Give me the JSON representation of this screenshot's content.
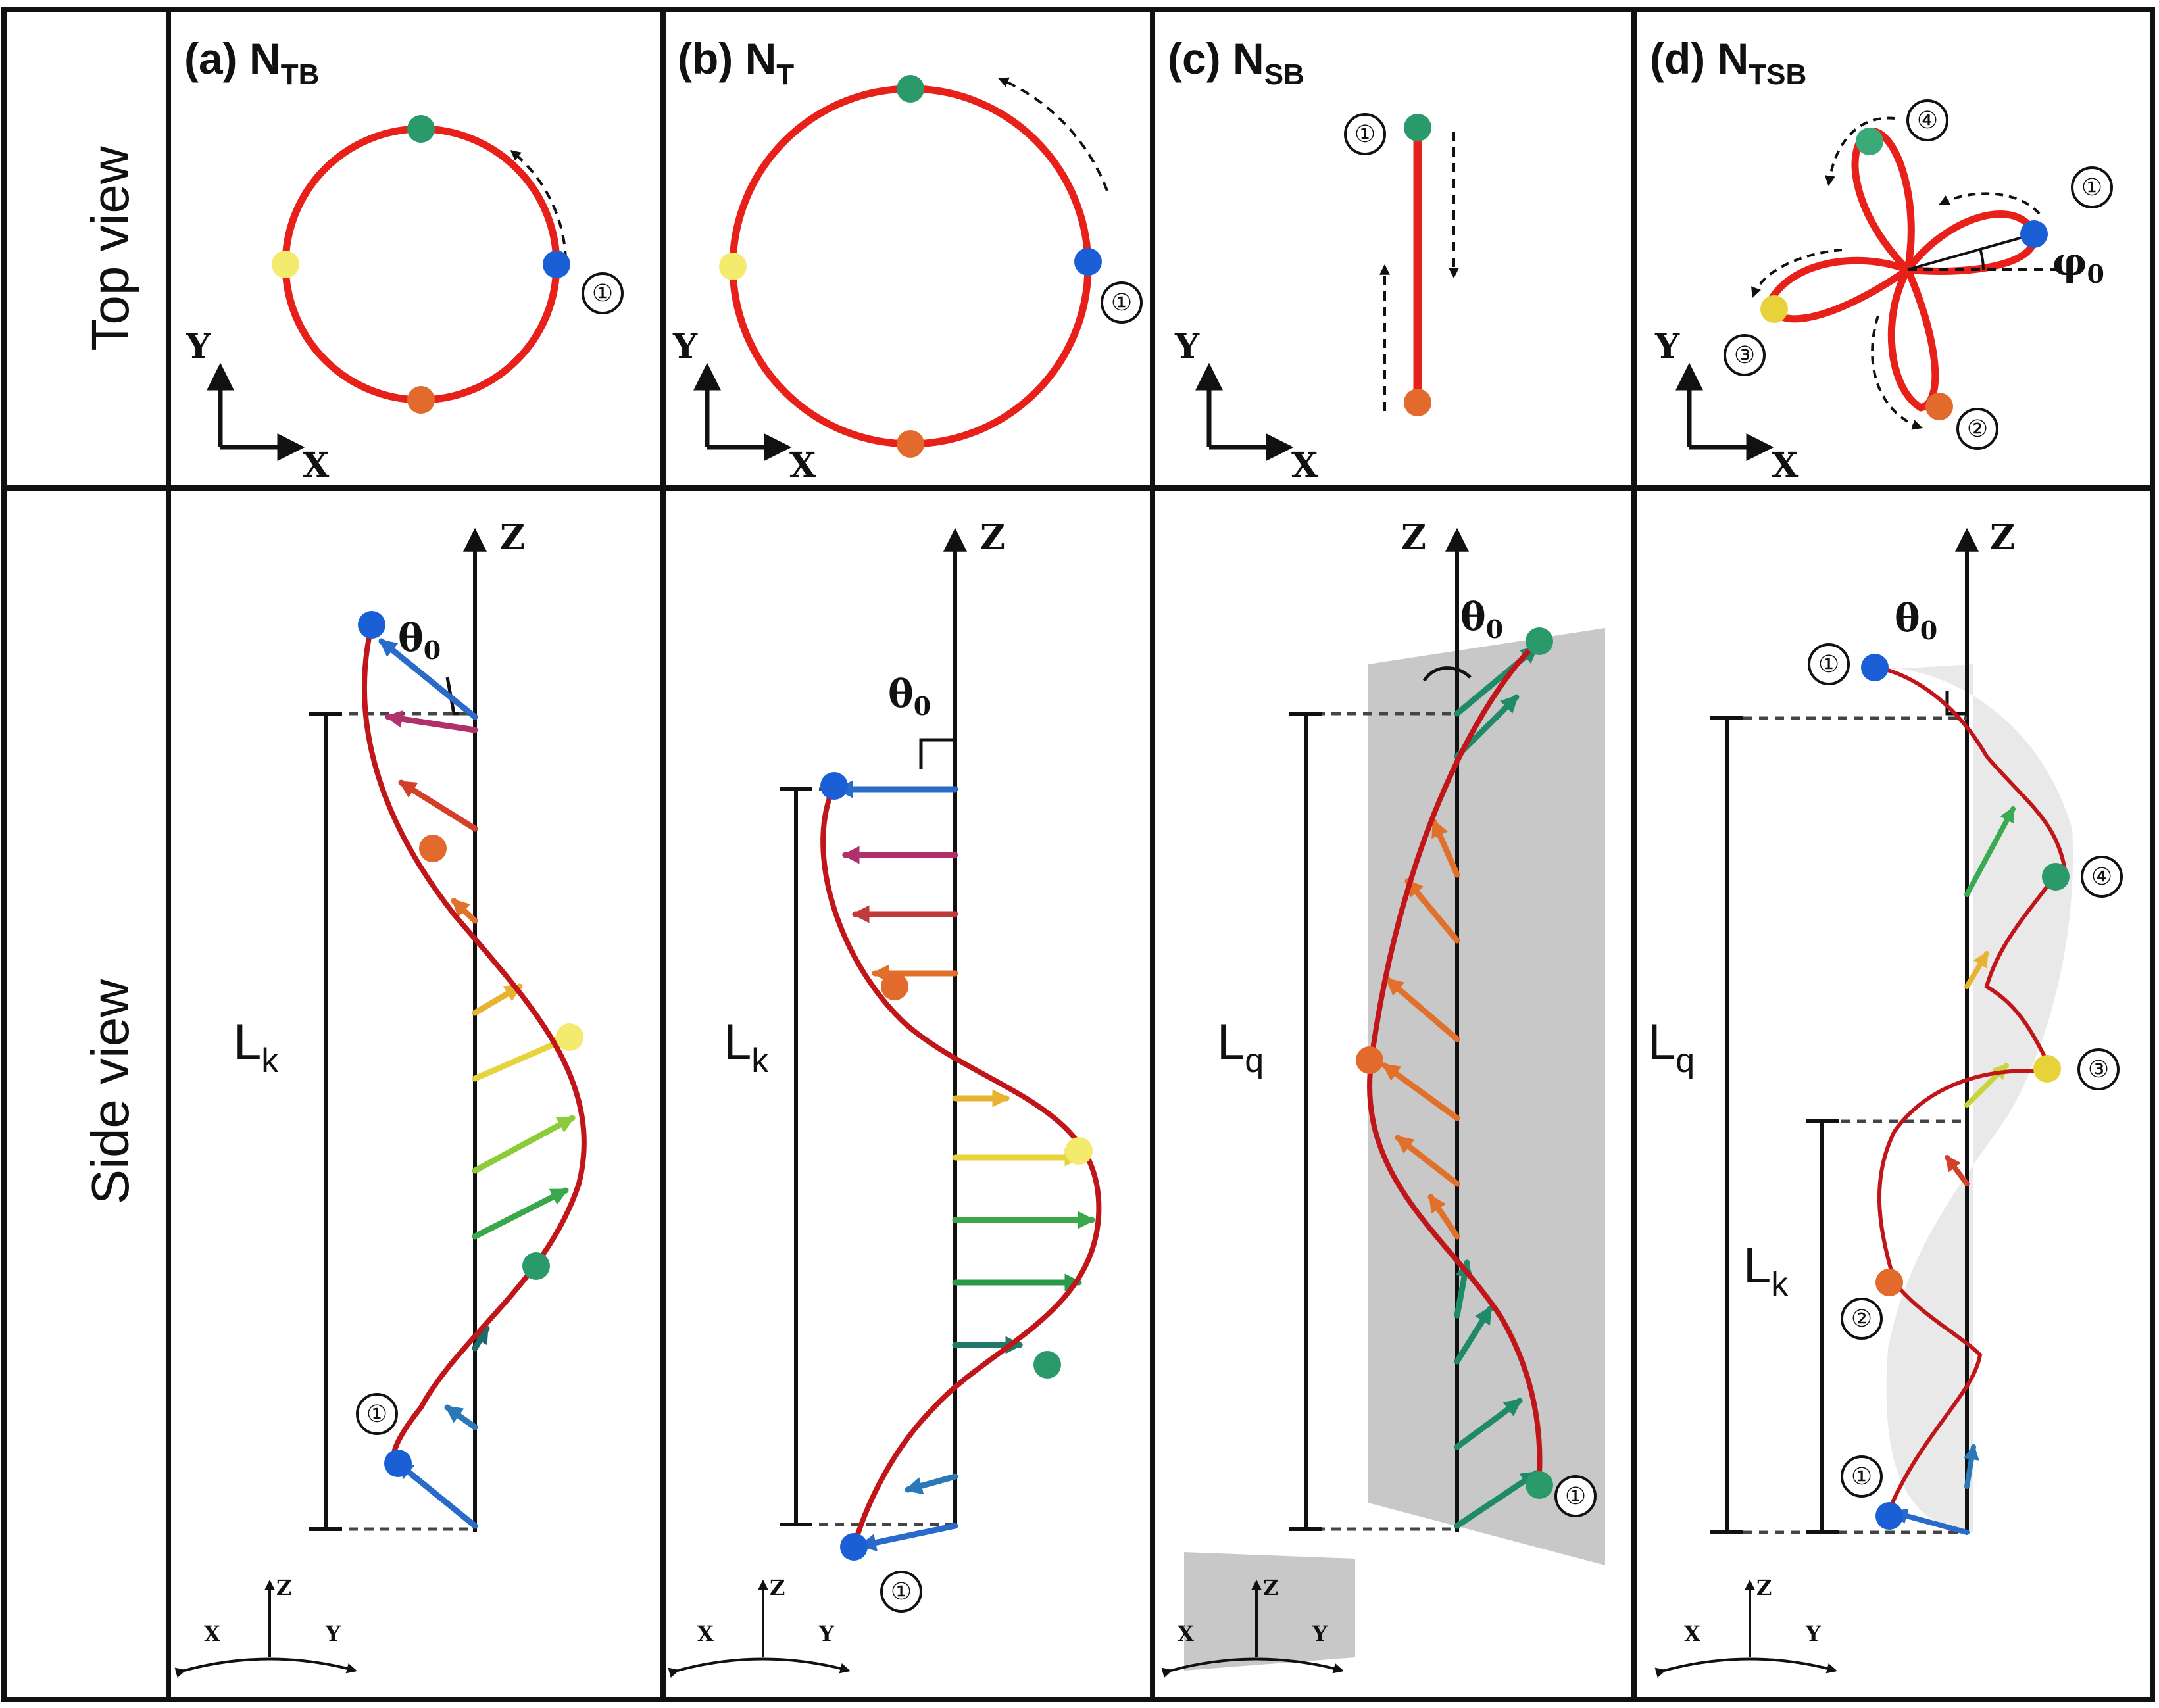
{
  "row_labels": {
    "top": "Top view",
    "side": "Side view"
  },
  "panels": [
    {
      "letter": "(a)",
      "symbol": "N",
      "subscript": "TB",
      "length_symbol": "L",
      "length_sub": "k"
    },
    {
      "letter": "(b)",
      "symbol": "N",
      "subscript": "T",
      "length_symbol": "L",
      "length_sub": "k"
    },
    {
      "letter": "(c)",
      "symbol": "N",
      "subscript": "SB",
      "length_symbol": "L",
      "length_sub": "q"
    },
    {
      "letter": "(d)",
      "symbol": "N",
      "subscript": "TSB",
      "length_symbol": "L",
      "length_sub": "q",
      "length2_symbol": "L",
      "length2_sub": "k"
    }
  ],
  "axes": {
    "x": "X",
    "y": "Y",
    "z": "Z"
  },
  "angles": {
    "theta": "θ",
    "theta_sub": "0",
    "phi": "φ",
    "phi_sub": "0"
  },
  "markers": [
    "①",
    "②",
    "③",
    "④"
  ],
  "colors": {
    "curve": "#e8201a",
    "helix": "#c0161a",
    "blue": "#1a5fd6",
    "yellow": "#f3ea6e",
    "orange": "#e26a2c",
    "green": "#2a9a6a",
    "plane": "#c8c8c8"
  }
}
